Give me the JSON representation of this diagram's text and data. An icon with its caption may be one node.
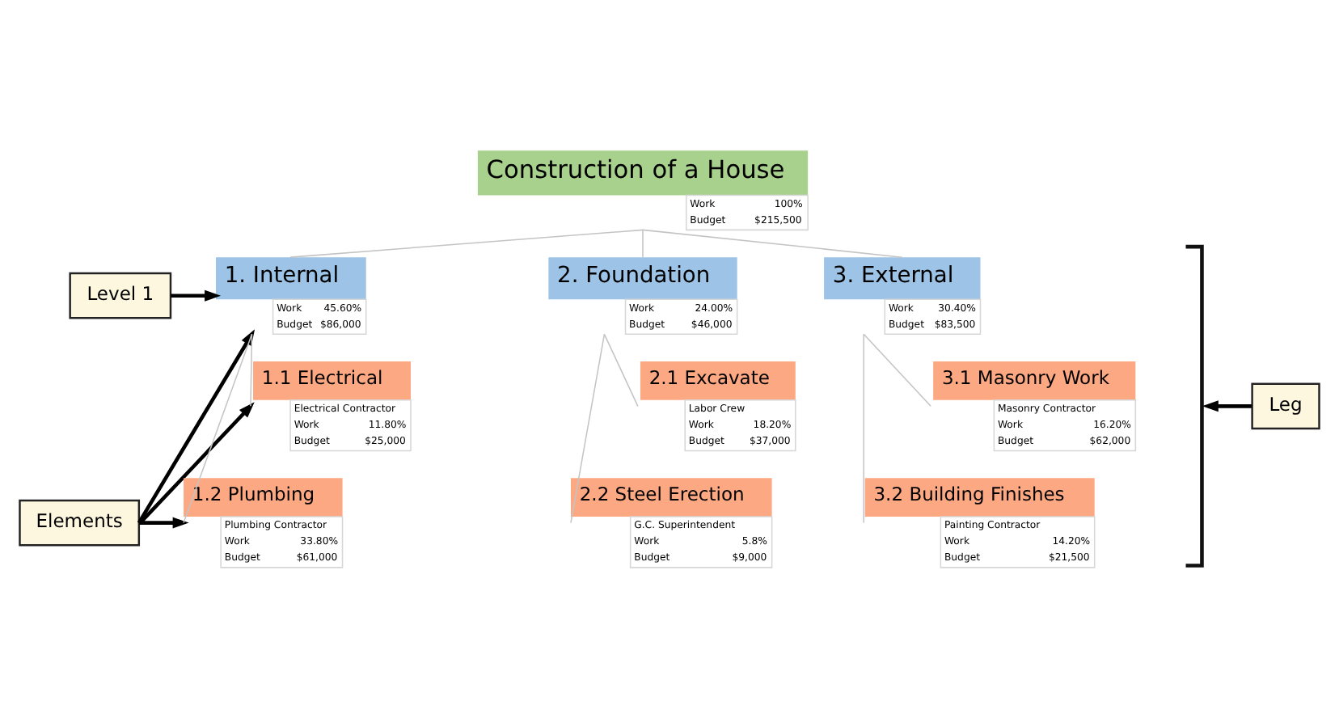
{
  "diagram": {
    "nodes": [
      {
        "text": [
          "Construction of a House",
          "Work",
          "100%",
          "Budget",
          "$215,500"
        ]
      },
      {
        "text": [
          "1. Internal",
          "Work",
          "45.60%",
          "Budget",
          "$86,000"
        ]
      },
      {
        "text": [
          "1.1 Electrical",
          "Electrical Contractor",
          "Work",
          "11.80%",
          "Budget",
          "$25,000"
        ]
      },
      {
        "text": [
          "1.2 Plumbing",
          "Plumbing Contractor",
          "Work",
          "33.80%",
          "Budget",
          "$61,000"
        ]
      },
      {
        "text": [
          "2. Foundation",
          "Work",
          "24.00%",
          "Budget",
          "$46,000"
        ]
      },
      {
        "text": [
          "2.1 Excavate",
          "Labor Crew",
          "Work",
          "18.20%",
          "Budget",
          "$37,000"
        ]
      },
      {
        "text": [
          "2.2 Steel Erection",
          "G.C. Superintendent",
          "Work",
          "5.8%",
          "Budget",
          "$9,000"
        ]
      },
      {
        "text": [
          "3. External",
          "Work",
          "30.40%",
          "Budget",
          "$83,500"
        ]
      },
      {
        "text": [
          "3.1 Masonry Work",
          "Masonry Contractor",
          "Work",
          "16.20%",
          "Budget",
          "$62,000"
        ]
      },
      {
        "text": [
          "3.2 Building Finishes",
          "Painting Contractor",
          "Work",
          "14.20%",
          "Budget",
          "$21,500"
        ]
      },
      {
        "text": [
          "Level 1"
        ]
      },
      {
        "text": [
          "Elements"
        ]
      },
      {
        "text": [
          "Leg"
        ]
      },
      {
        "text": [],
        "shape": "bracket"
      }
    ],
    "edges": [
      {
        "from": 0,
        "to": 1,
        "arrow": "none"
      },
      {
        "from": 0,
        "to": 4,
        "arrow": "none"
      },
      {
        "from": 0,
        "to": 7,
        "arrow": "none"
      },
      {
        "from": 1,
        "to": 3,
        "arrow": "none"
      },
      {
        "from": 1,
        "to": 2,
        "arrow": "none"
      },
      {
        "from": 4,
        "to": 6,
        "arrow": "none"
      },
      {
        "from": 4,
        "to": 5,
        "arrow": "none"
      },
      {
        "from": 7,
        "to": 9,
        "arrow": "none"
      },
      {
        "from": 7,
        "to": 8,
        "arrow": "none"
      },
      {
        "from": 10,
        "to": 1,
        "arrow": "to",
        "style": "thick",
        "color": "#000000"
      },
      {
        "from": 11,
        "to": 1,
        "arrow": "to",
        "style": "thick",
        "color": "#000000"
      },
      {
        "from": 11,
        "to": 2,
        "arrow": "to",
        "style": "thick",
        "color": "#000000"
      },
      {
        "from": 11,
        "to": 3,
        "arrow": "to",
        "style": "thick",
        "color": "#000000"
      },
      {
        "from": 12,
        "to": 13,
        "arrow": "to",
        "style": "thick",
        "color": "#000000"
      }
    ]
  }
}
